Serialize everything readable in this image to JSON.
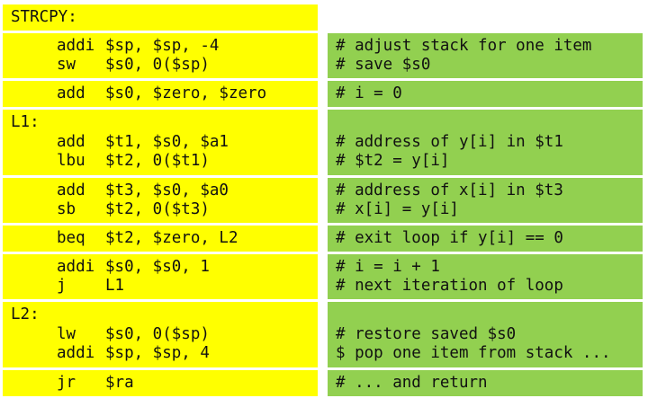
{
  "code_blocks": [
    {
      "label": "STRCPY:",
      "instructions": []
    },
    {
      "label": "",
      "instructions": [
        {
          "op": "addi",
          "args": "$sp, $sp, -4"
        },
        {
          "op": "sw",
          "args": "$s0, 0($sp)"
        }
      ]
    },
    {
      "label": "",
      "instructions": [
        {
          "op": "add",
          "args": "$s0, $zero, $zero"
        }
      ]
    },
    {
      "label": "L1:",
      "instructions": [
        {
          "op": "add",
          "args": "$t1, $s0, $a1"
        },
        {
          "op": "lbu",
          "args": "$t2, 0($t1)"
        }
      ]
    },
    {
      "label": "",
      "instructions": [
        {
          "op": "add",
          "args": "$t3, $s0, $a0"
        },
        {
          "op": "sb",
          "args": "$t2, 0($t3)"
        }
      ]
    },
    {
      "label": "",
      "instructions": [
        {
          "op": "beq",
          "args": "$t2, $zero, L2"
        }
      ]
    },
    {
      "label": "",
      "instructions": [
        {
          "op": "addi",
          "args": "$s0, $s0, 1"
        },
        {
          "op": "j",
          "args": "L1"
        }
      ]
    },
    {
      "label": "L2:",
      "instructions": [
        {
          "op": "lw",
          "args": "$s0, 0($sp)"
        },
        {
          "op": "addi",
          "args": "$sp, $sp, 4"
        }
      ]
    },
    {
      "label": "",
      "instructions": [
        {
          "op": "jr",
          "args": "$ra"
        }
      ]
    }
  ],
  "comment_blocks": [
    [],
    [
      "# adjust stack for one item",
      "# save $s0"
    ],
    [
      "# i = 0"
    ],
    [
      "# address of y[i] in $t1",
      "# $t2 = y[i]"
    ],
    [
      "# address of x[i] in $t3",
      "# x[i] = y[i]"
    ],
    [
      "# exit loop if y[i] == 0"
    ],
    [
      "# i = i + 1",
      "# next iteration of loop"
    ],
    [
      "# restore saved $s0",
      "$ pop one item from stack ..."
    ],
    [
      "# ... and return"
    ]
  ],
  "colors": {
    "code_background": "#ffff00",
    "comment_background": "#92d050"
  }
}
